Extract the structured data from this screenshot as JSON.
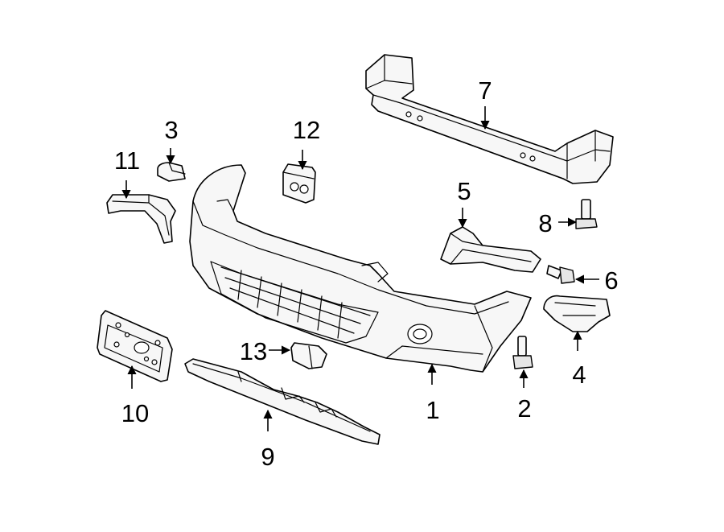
{
  "callouts": [
    {
      "id": "1",
      "text": "1"
    },
    {
      "id": "2",
      "text": "2"
    },
    {
      "id": "3",
      "text": "3"
    },
    {
      "id": "4",
      "text": "4"
    },
    {
      "id": "5",
      "text": "5"
    },
    {
      "id": "6",
      "text": "6"
    },
    {
      "id": "7",
      "text": "7"
    },
    {
      "id": "8",
      "text": "8"
    },
    {
      "id": "9",
      "text": "9"
    },
    {
      "id": "10",
      "text": "10"
    },
    {
      "id": "11",
      "text": "11"
    },
    {
      "id": "12",
      "text": "12"
    },
    {
      "id": "13",
      "text": "13"
    }
  ],
  "colors": {
    "line": "#000000",
    "fill": "#f7f7f7",
    "background": "#ffffff"
  }
}
